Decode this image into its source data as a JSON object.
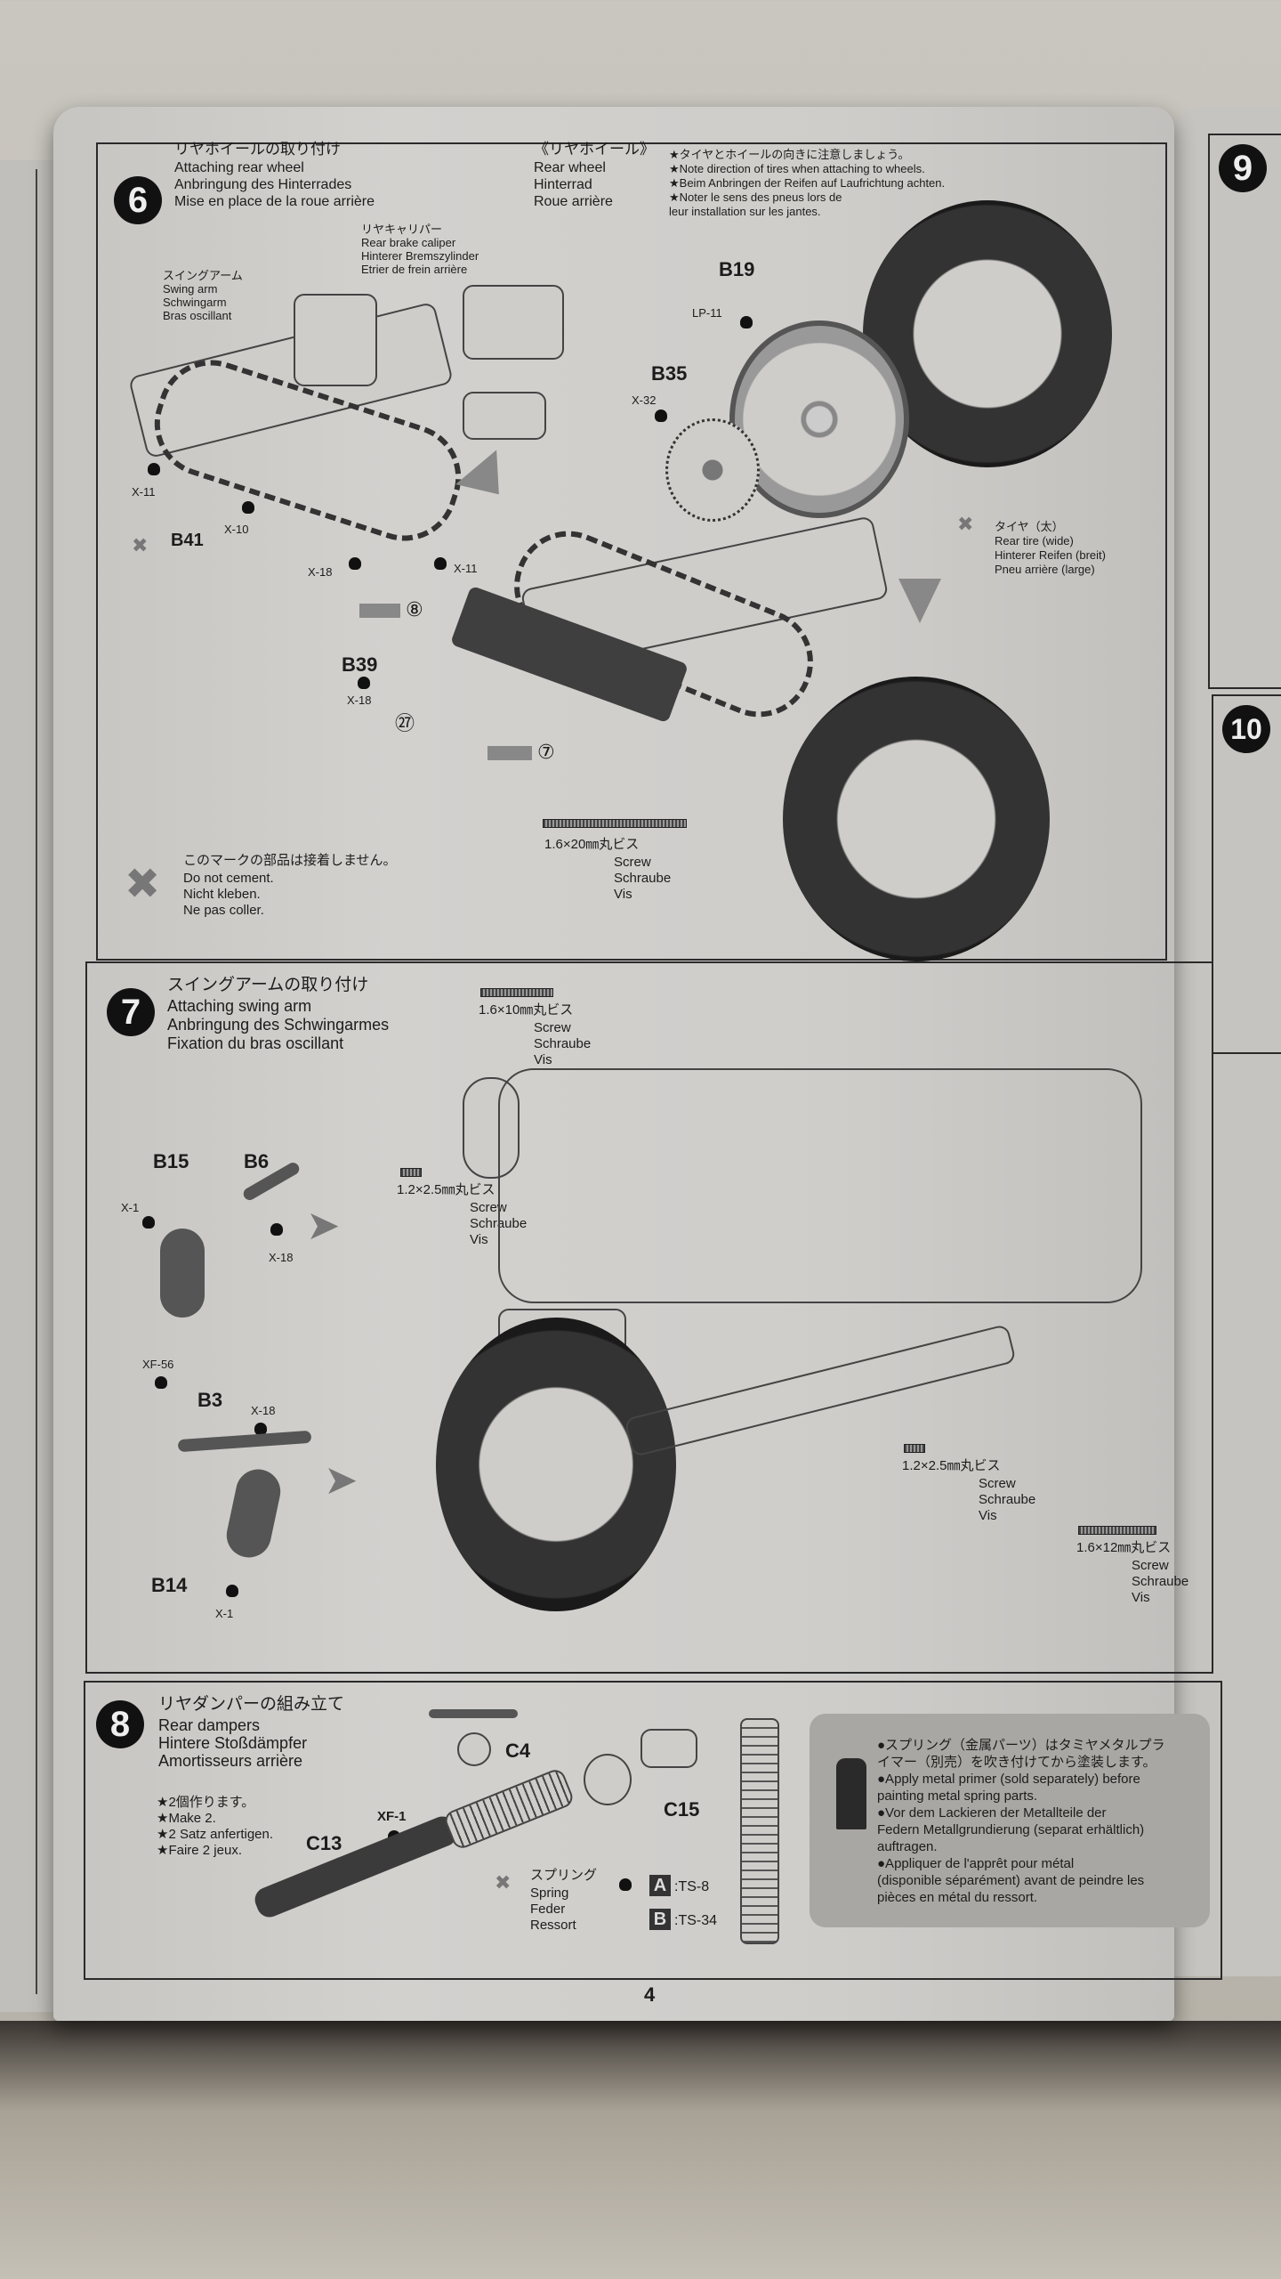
{
  "page_number": "4",
  "step6": {
    "number": "6",
    "title_ja": "リヤホイールの取り付け",
    "title_en": "Attaching rear wheel",
    "title_de": "Anbringung des Hinterrades",
    "title_fr": "Mise en place de la roue arrière",
    "rear_wheel": {
      "ja": "《リヤホイール》",
      "en": "Rear wheel",
      "de": "Hinterrad",
      "fr": "Roue arrière"
    },
    "notes": [
      "★タイヤとホイールの向きに注意しましょう。",
      "★Note direction of tires when attaching to wheels.",
      "★Beim Anbringen der Reifen auf Laufrichtung achten.",
      "★Noter le sens des pneus lors de",
      "leur installation sur les jantes."
    ],
    "caliper": {
      "ja": "リヤキャリパー",
      "en": "Rear brake caliper",
      "de": "Hinterer Bremszylinder",
      "fr": "Etrier de frein arrière"
    },
    "swing_arm": {
      "ja": "スイングアーム",
      "en": "Swing arm",
      "de": "Schwingarm",
      "fr": "Bras oscillant"
    },
    "tire": {
      "ja": "タイヤ（太）",
      "en": "Rear tire (wide)",
      "de": "Hinterer Reifen (breit)",
      "fr": "Pneu arrière (large)"
    },
    "parts": {
      "b19": "B19",
      "b35": "B35",
      "b41": "B41",
      "b39": "B39",
      "lp11": "LP-11",
      "x32": "X-32",
      "x18": "X-18",
      "x11": "X-11",
      "x10": "X-10"
    },
    "decals": {
      "d8": "⑧",
      "d7": "⑦",
      "d27": "㉗"
    },
    "screw": {
      "size": "1.6×20㎜丸ビス",
      "en": "Screw",
      "de": "Schraube",
      "fr": "Vis"
    },
    "no_cement": {
      "ja": "このマークの部品は接着しません。",
      "en": "Do not cement.",
      "de": "Nicht kleben.",
      "fr": "Ne pas coller."
    }
  },
  "step7": {
    "number": "7",
    "title_ja": "スイングアームの取り付け",
    "title_en": "Attaching swing arm",
    "title_de": "Anbringung des Schwingarmes",
    "title_fr": "Fixation du bras oscillant",
    "parts": {
      "b15": "B15",
      "b6": "B6",
      "b3": "B3",
      "b14": "B14",
      "x1": "X-1",
      "x18": "X-18",
      "xf56": "XF-56"
    },
    "screw_a": {
      "size": "1.6×10㎜丸ビス",
      "en": "Screw",
      "de": "Schraube",
      "fr": "Vis"
    },
    "screw_b": {
      "size": "1.2×2.5㎜丸ビス",
      "en": "Screw",
      "de": "Schraube",
      "fr": "Vis"
    },
    "screw_c": {
      "size": "1.2×2.5㎜丸ビス",
      "en": "Screw",
      "de": "Schraube",
      "fr": "Vis"
    },
    "screw_d": {
      "size": "1.6×12㎜丸ビス",
      "en": "Screw",
      "de": "Schraube",
      "fr": "Vis"
    }
  },
  "step8": {
    "number": "8",
    "title_ja": "リヤダンパーの組み立て",
    "title_en": "Rear dampers",
    "title_de": "Hintere Stoßdämpfer",
    "title_fr": "Amortisseurs arrière",
    "make": [
      "★2個作ります。",
      "★Make 2.",
      "★2 Satz anfertigen.",
      "★Faire 2 jeux."
    ],
    "parts": {
      "c13": "C13",
      "c4": "C4",
      "c15": "C15",
      "xf1": "XF-1"
    },
    "spring": {
      "ja": "スプリング",
      "en": "Spring",
      "de": "Feder",
      "fr": "Ressort"
    },
    "paint": [
      {
        "key": "A",
        "value": ":TS-8"
      },
      {
        "key": "B",
        "value": ":TS-34"
      }
    ],
    "primer_note": [
      "●スプリング（金属パーツ）はタミヤメタルプラ",
      "イマー（別売）を吹き付けてから塗装します。",
      "●Apply metal primer (sold separately) before",
      "painting metal spring parts.",
      "●Vor dem Lackieren der Metallteile der",
      "Federn Metallgrundierung (separat erhältlich)",
      "auftragen.",
      "●Appliquer de l'apprêt pour métal",
      "(disponible séparément) avant de peindre les",
      "pièces en métal du ressort."
    ]
  },
  "next_steps": {
    "step9": "9",
    "step10": "10"
  }
}
